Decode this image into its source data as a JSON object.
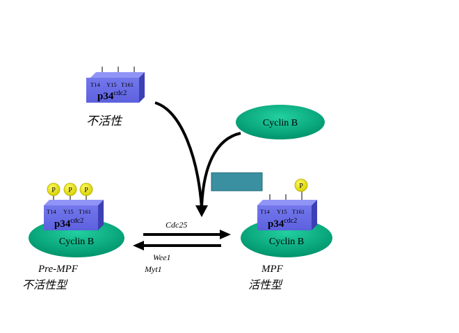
{
  "colors": {
    "box_front": "#6a6ee6",
    "box_top": "#8c90f4",
    "box_side": "#3e42b8",
    "ellipse_fill": "#00a67a",
    "ellipse_highlight": "#19c896",
    "phospho_fill": "#f2ee10",
    "phospho_stroke": "#a8a000",
    "teal_box": "#3a8fa0",
    "arrow": "#000000"
  },
  "inactive_monomer": {
    "sites": [
      "T14",
      "Y15",
      "T161"
    ],
    "protein_name": "p34",
    "protein_superscript": "cdc2",
    "state_label": "不活性"
  },
  "free_cyclin": {
    "label": "Cyclin B"
  },
  "pre_mpf": {
    "sites": [
      "T14",
      "Y15",
      "T161"
    ],
    "phosphates": [
      "P",
      "P",
      "P"
    ],
    "protein_name": "p34",
    "protein_superscript": "cdc2",
    "cyclin_label": "Cyclin B",
    "name": "Pre-MPF",
    "state_label": "不活性型"
  },
  "mpf": {
    "sites": [
      "T14",
      "Y15",
      "T161"
    ],
    "phosphates": [
      "P"
    ],
    "protein_name": "p34",
    "protein_superscript": "cdc2",
    "cyclin_label": "Cyclin B",
    "name": "MPF",
    "state_label": "活性型"
  },
  "forward_enzyme": "Cdc25",
  "reverse_enzymes": [
    "Wee1",
    "Myt1"
  ]
}
